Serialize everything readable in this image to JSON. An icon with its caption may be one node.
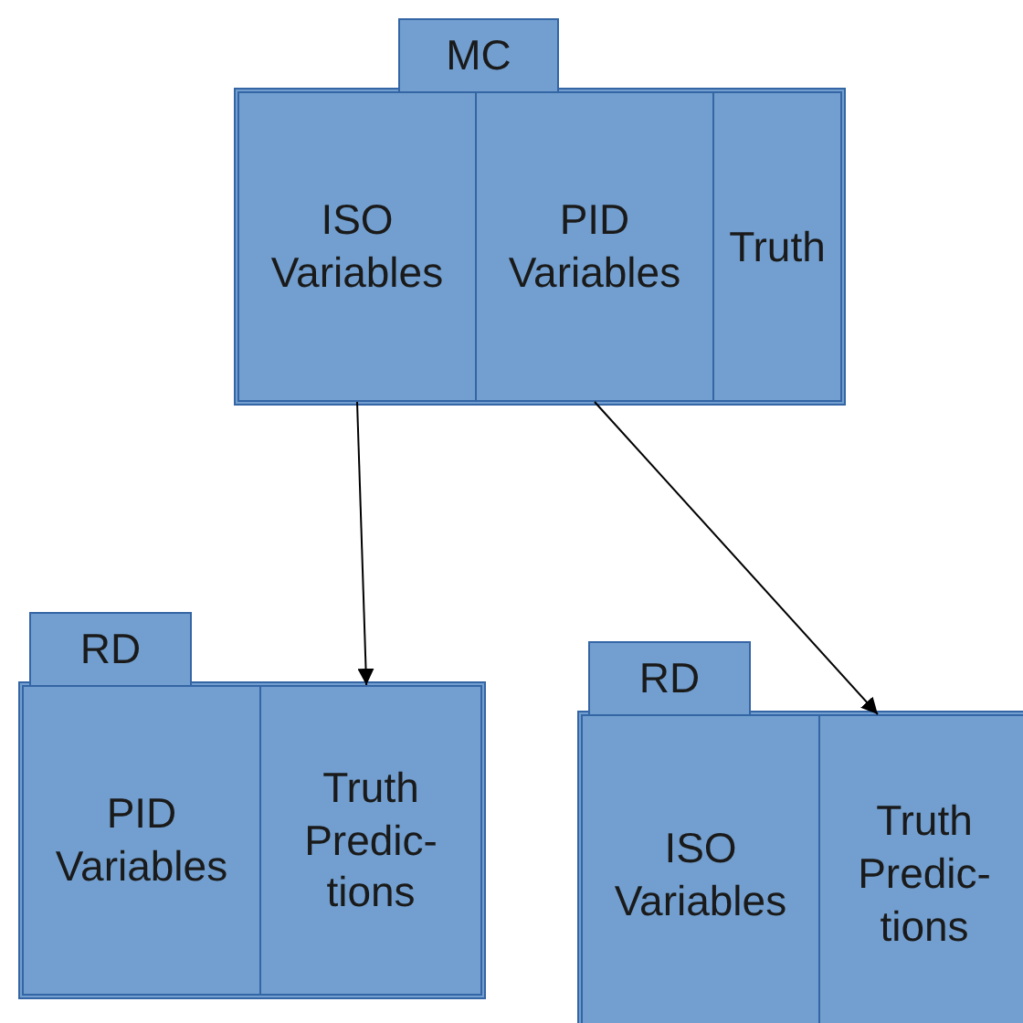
{
  "diagram": {
    "nodes": [
      {
        "text": [
          "MC"
        ]
      },
      {
        "text": [
          "ISO Variables"
        ],
        "in": 0
      },
      {
        "text": [
          "PID Variables"
        ],
        "in": 0
      },
      {
        "text": [
          "Truth"
        ],
        "in": 0
      },
      {
        "text": [
          "RD"
        ]
      },
      {
        "text": [
          "PID Variables"
        ],
        "in": 4
      },
      {
        "text": [
          "Truth Predic- tions"
        ],
        "in": 4
      },
      {
        "text": [
          "RD"
        ]
      },
      {
        "text": [
          "ISO Variables"
        ],
        "in": 7
      },
      {
        "text": [
          "Truth Predic- tions"
        ],
        "in": 7
      }
    ],
    "edges": [
      {
        "from": 1,
        "to": 6,
        "arrow": "to"
      },
      {
        "from": 2,
        "to": 9,
        "arrow": "to"
      }
    ]
  }
}
